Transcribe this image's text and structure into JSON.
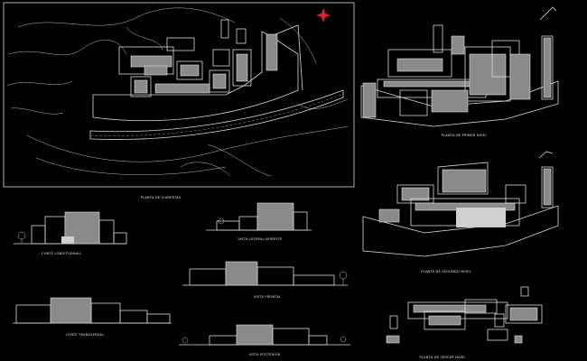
{
  "drawing": {
    "labels": {
      "roof_plan": "PLANTA DE CUBIERTAS",
      "first_floor": "PLANTA DE PRIMER NIVEL",
      "second_floor": "PLANTA DE SEGUNDO NIVEL",
      "third_floor": "PLANTA DE TERCER NIVEL",
      "long_section": "CORTE LONGITUDINAL",
      "lateral_view": "VISTA LATERAL NORESTE",
      "front_view": "VISTA FRONTAL",
      "cross_section": "CORTE TRANSVERSAL",
      "rear_view": "VISTA POSTERIOR"
    },
    "colors": {
      "background": "#000000",
      "linework": "#d9d9d9",
      "north_arrow": "#e0203a"
    },
    "icons": {
      "north_arrow": "north-arrow-icon",
      "tree": "tree-icon"
    }
  }
}
